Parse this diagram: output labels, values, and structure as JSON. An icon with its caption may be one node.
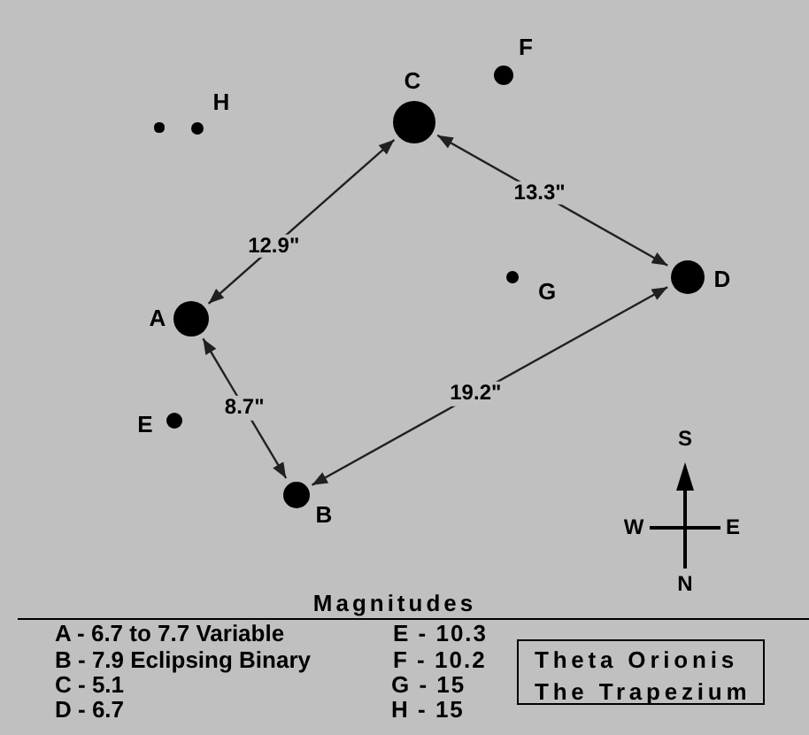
{
  "diagram": {
    "nodes": [
      {
        "text": [],
        "shape": "circle",
        "beside": [
          "A"
        ]
      },
      {
        "text": [],
        "shape": "circle",
        "beside": [
          "B"
        ]
      },
      {
        "text": [],
        "shape": "circle",
        "beside": [
          "C"
        ]
      },
      {
        "text": [],
        "shape": "circle",
        "beside": [
          "D"
        ]
      },
      {
        "text": [],
        "shape": "circle",
        "beside": [
          "E"
        ]
      },
      {
        "text": [],
        "shape": "circle",
        "beside": [
          "F"
        ]
      },
      {
        "text": [],
        "shape": "circle",
        "beside": [
          "G"
        ]
      },
      {
        "text": [],
        "shape": "circle",
        "beside": [
          "H"
        ]
      },
      {
        "text": [],
        "shape": "circle"
      },
      {
        "text": [
          "Theta Orionis",
          "The Trapezium"
        ]
      }
    ],
    "edges": [
      {
        "from": 0,
        "to": 2,
        "arrow": "both",
        "label": "12.9\""
      },
      {
        "from": 2,
        "to": 3,
        "arrow": "both",
        "label": "13.3\""
      },
      {
        "from": 0,
        "to": 1,
        "arrow": "both",
        "label": "8.7\""
      },
      {
        "from": 3,
        "to": 1,
        "arrow": "both",
        "label": "19.2\""
      }
    ],
    "labels": [
      "S",
      "W",
      "E",
      "N",
      "Magnitudes",
      "A - 6.7 to 7.7 Variable",
      "B - 7.9 Eclipsing Binary",
      "C - 5.1",
      "D - 6.7",
      "E - 10.3",
      "F - 10.2",
      "G - 15",
      "H - 15"
    ]
  }
}
